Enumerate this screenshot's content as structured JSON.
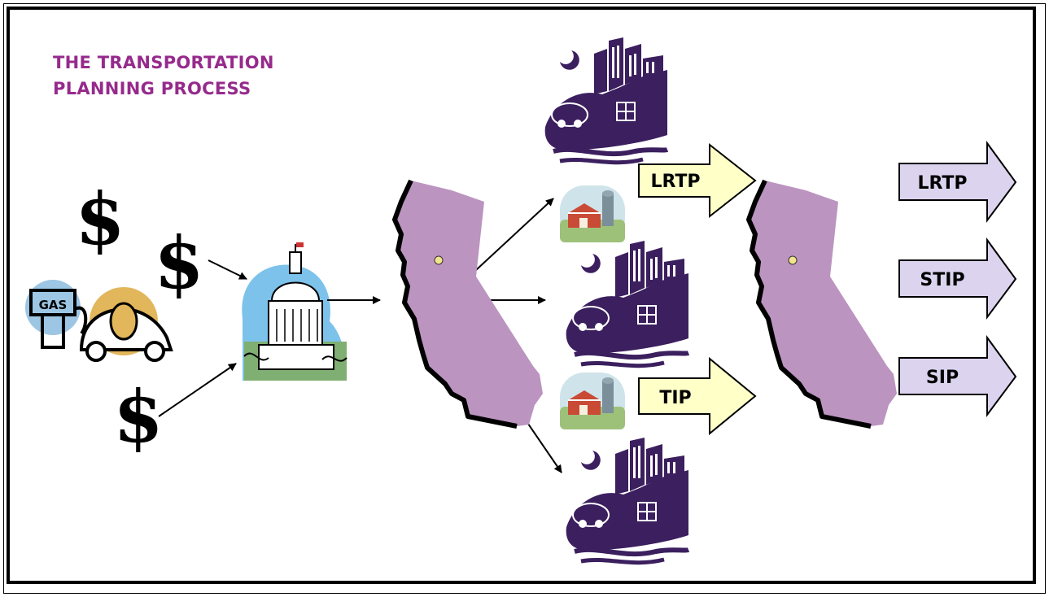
{
  "title": {
    "line1": "THE TRANSPORTATION",
    "line2": "PLANNING PROCESS"
  },
  "icons": {
    "gas_sign": "GAS",
    "dollar": "$"
  },
  "flow_arrows": [
    {
      "label": "LRTP"
    },
    {
      "label": "TIP"
    }
  ],
  "output_arrows": [
    {
      "label": "LRTP"
    },
    {
      "label": "STIP"
    },
    {
      "label": "SIP"
    }
  ],
  "colors": {
    "title": "#962a8c",
    "california": "#bb94c0",
    "city": "#3b1f5e",
    "flow_arrow": "#ffffc8",
    "output_arrow": "#dcd4ee",
    "capitol_sky": "#7cc2ea",
    "capitol_grass": "#7faf72"
  }
}
